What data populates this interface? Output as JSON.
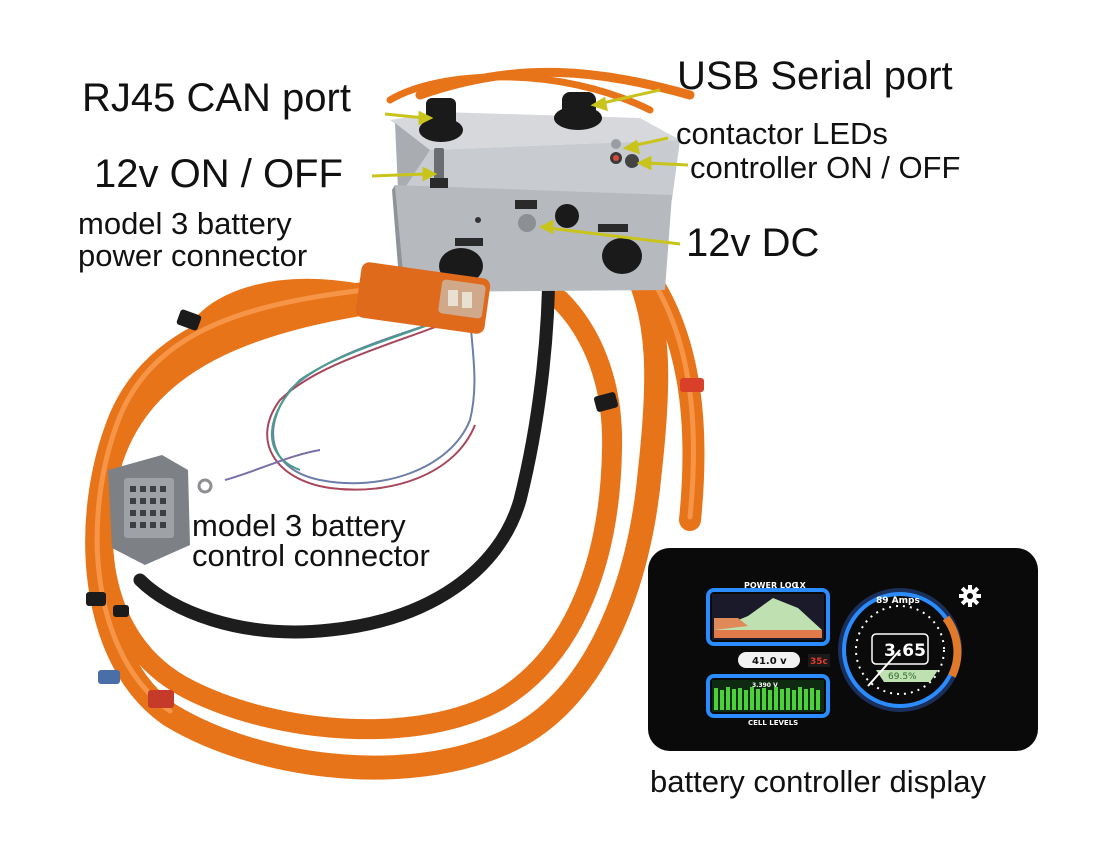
{
  "labels": {
    "rj45": "RJ45 CAN port",
    "usb": "USB Serial port",
    "contactor_leds": "contactor LEDs",
    "controller_onoff": "controller ON / OFF",
    "power_12v_onoff": "12v ON / OFF",
    "power_connector_line1": "model 3 battery",
    "power_connector_line2": "power connector",
    "dc_12v": "12v DC",
    "control_connector_line1": "model 3 battery",
    "control_connector_line2": "control connector",
    "display": "battery controller display"
  },
  "display": {
    "power_log_title": "POWER LOG",
    "power_log_zoom": "1X",
    "voltage": "41.0 v",
    "temperature": "35c",
    "cell_voltage": "3.390 V",
    "cell_levels_title": "CELL LEVELS",
    "amps": "89 Amps",
    "cell_avg": "3.65",
    "soc": "69.5%",
    "settings_icon": "gear-icon"
  },
  "colors": {
    "cable_orange": "#f07a1c",
    "box_steel": "#b9bcc0",
    "display_bezel": "#0a0a0a",
    "display_accent_blue": "#2a8cff",
    "display_green": "#4cd13a"
  }
}
